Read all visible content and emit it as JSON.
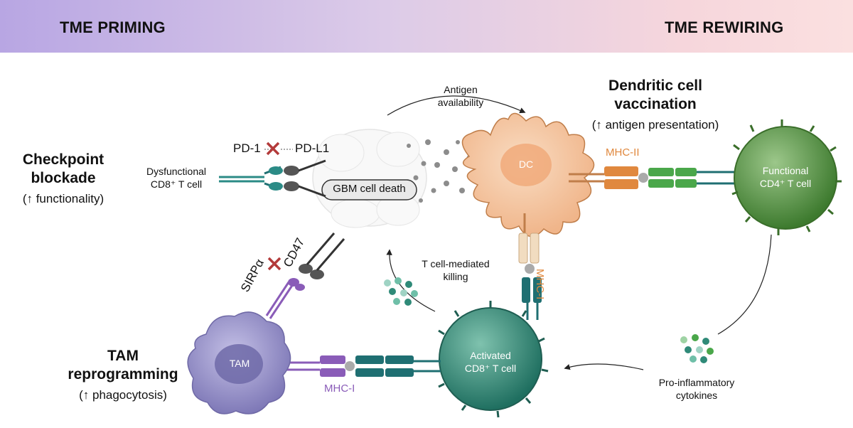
{
  "banner": {
    "left_title": "TME PRIMING",
    "right_title": "TME REWIRING",
    "colors": {
      "left": "#b8a6e3",
      "right": "#fbe0e0"
    }
  },
  "strategies": {
    "checkpoint": {
      "title_line1": "Checkpoint",
      "title_line2": "blockade",
      "effect": "(↑ functionality)"
    },
    "dc_vaccination": {
      "title_line1": "Dendritic cell",
      "title_line2": "vaccination",
      "effect": "(↑ antigen presentation)"
    },
    "tam": {
      "title_line1": "TAM",
      "title_line2": "reprogramming",
      "effect": "(↑ phagocytosis)"
    }
  },
  "cells": {
    "dysfunctional_line1": "Dysfunctional",
    "dysfunctional_line2": "CD8⁺ T cell",
    "dc": "DC",
    "functional_line1": "Functional",
    "functional_line2": "CD4⁺ T cell",
    "activated_line1": "Activated",
    "activated_line2": "CD8⁺ T cell",
    "tam": "TAM",
    "gbm": "GBM cell death"
  },
  "molecules": {
    "pd1": "PD-1",
    "pdl1": "PD-L1",
    "sirpa": "SIRPα",
    "cd47": "CD47",
    "mhc2": "MHC-II",
    "mhc1_dc": "MHC-I",
    "mhc1_tam": "MHC-I"
  },
  "processes": {
    "antigen_line1": "Antigen",
    "antigen_line2": "availability",
    "killing_line1": "T cell-mediated",
    "killing_line2": "killing",
    "cytokines_line1": "Pro-inflammatory",
    "cytokines_line2": "cytokines"
  },
  "colors": {
    "dc_cell": "#f6c9a2",
    "cd4_cell": "#4f8a3c",
    "cd8_cell": "#2f8a78",
    "tam_cell": "#8c86c2",
    "mhc2": "#e0883e",
    "mhc1_dc": "#f1dcc0",
    "mhc1_tam": "#8a5cb8",
    "tcr": "#1f6f72",
    "cd4_coreceptor": "#4aa74a",
    "block_x": "#b33a3a"
  }
}
